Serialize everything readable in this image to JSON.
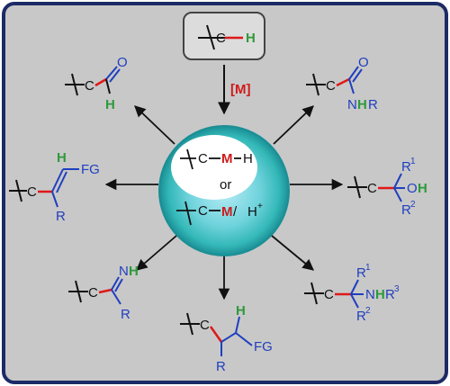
{
  "substrate": {
    "c": "C",
    "h": "H"
  },
  "catalyst": {
    "label": "[M]"
  },
  "sphere": {
    "top_c": "C",
    "top_m": "M",
    "top_h": "H",
    "or": "or",
    "bottom_c": "C",
    "bottom_m": "M",
    "bottom_sep": " / ",
    "bottom_hplus": "H",
    "bottom_plus": "+"
  },
  "products": {
    "aldehyde": {
      "c": "C",
      "o": "O",
      "h": "H"
    },
    "amide": {
      "c": "C",
      "o": "O",
      "n": "N",
      "h": "H",
      "r": "R"
    },
    "alcohol": {
      "c": "C",
      "r1": "R",
      "r1_sup": "1",
      "r2": "R",
      "r2_sup": "2",
      "o": "O",
      "h": "H"
    },
    "alkene": {
      "c": "C",
      "h": "H",
      "fg": "FG",
      "r": "R"
    },
    "imine": {
      "c": "C",
      "n": "N",
      "h": "H",
      "r": "R"
    },
    "amine": {
      "c": "C",
      "r1": "R",
      "r1_sup": "1",
      "r2": "R",
      "r2_sup": "2",
      "n": "N",
      "h": "H",
      "r3": "R",
      "r3_sup": "3"
    },
    "alkyl": {
      "c": "C",
      "h": "H",
      "fg": "FG",
      "r": "R"
    }
  },
  "colors": {
    "frame_bg": "#c8c8c8",
    "frame_border": "#1c2a66",
    "bond_red": "#e01818",
    "label_blue": "#1f3fbf",
    "hydrogen_green": "#2e9a3c",
    "sphere_teal": "#3fc6c6"
  }
}
